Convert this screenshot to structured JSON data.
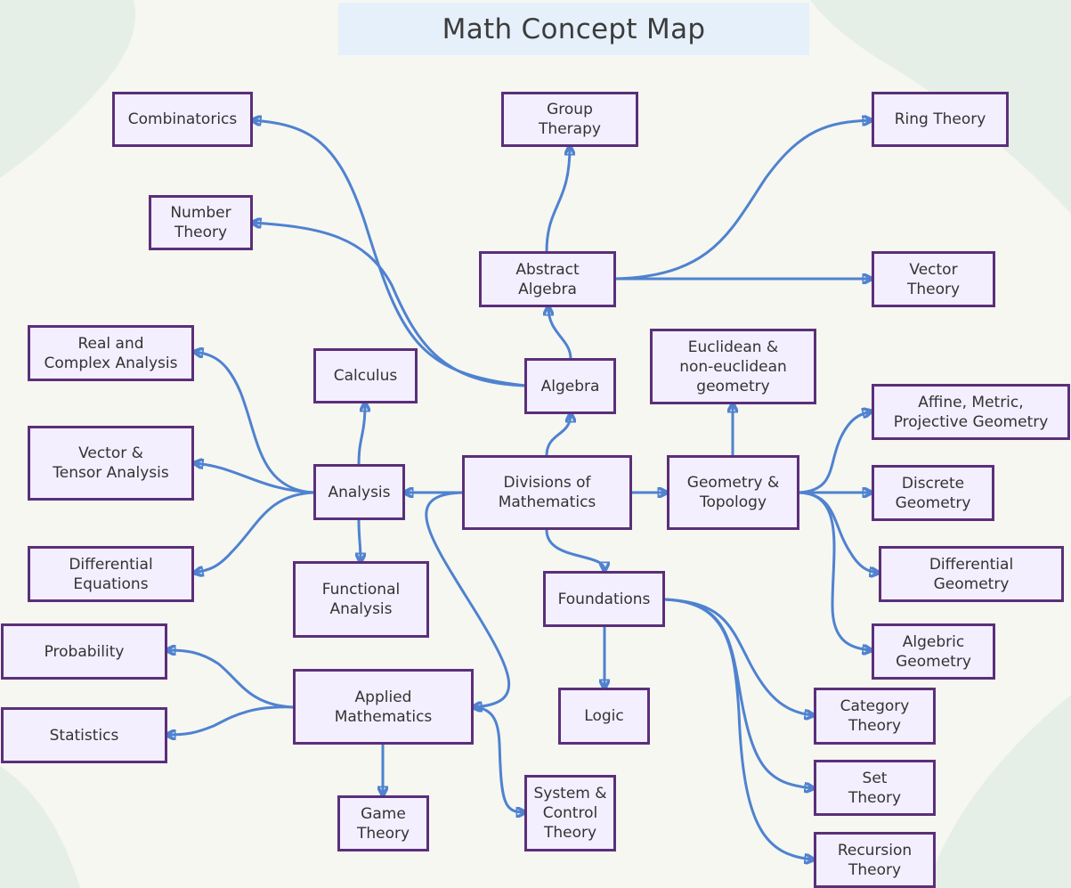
{
  "title": "Math Concept Map",
  "colors": {
    "edge": "#4f82d0",
    "node_border": "#5b2f7a",
    "node_fill": "#f3efff",
    "title_bg": "#e6f0fb"
  },
  "nodes": {
    "combinatorics": [
      "Combinatorics"
    ],
    "group_therapy": [
      "Group",
      "Therapy"
    ],
    "ring_theory": [
      "Ring Theory"
    ],
    "number_theory": [
      "Number",
      "Theory"
    ],
    "abstract_algebra": [
      "Abstract",
      "Algebra"
    ],
    "vector_theory": [
      "Vector",
      "Theory"
    ],
    "real_complex_analysis": [
      "Real and",
      "Complex Analysis"
    ],
    "calculus": [
      "Calculus"
    ],
    "algebra": [
      "Algebra"
    ],
    "euclidean_geometry": [
      "Euclidean &",
      "non-euclidean",
      "geometry"
    ],
    "affine_geometry": [
      "Affine, Metric,",
      "Projective Geometry"
    ],
    "vector_tensor_analysis": [
      "Vector &",
      "Tensor Analysis"
    ],
    "analysis": [
      "Analysis"
    ],
    "divisions": [
      "Divisions of",
      "Mathematics"
    ],
    "geometry_topology": [
      "Geometry &",
      "Topology"
    ],
    "discrete_geometry": [
      "Discrete",
      "Geometry"
    ],
    "differential_equations": [
      "Differential",
      "Equations"
    ],
    "functional_analysis": [
      "Functional",
      "Analysis"
    ],
    "foundations": [
      "Foundations"
    ],
    "differential_geometry": [
      "Differential",
      "Geometry"
    ],
    "probability": [
      "Probability"
    ],
    "algebric_geometry": [
      "Algebric",
      "Geometry"
    ],
    "applied_mathematics": [
      "Applied",
      "Mathematics"
    ],
    "logic": [
      "Logic"
    ],
    "category_theory": [
      "Category",
      "Theory"
    ],
    "statistics": [
      "Statistics"
    ],
    "set_theory": [
      "Set",
      "Theory"
    ],
    "game_theory": [
      "Game",
      "Theory"
    ],
    "system_control_theory": [
      "System &",
      "Control",
      "Theory"
    ],
    "recursion_theory": [
      "Recursion",
      "Theory"
    ]
  }
}
